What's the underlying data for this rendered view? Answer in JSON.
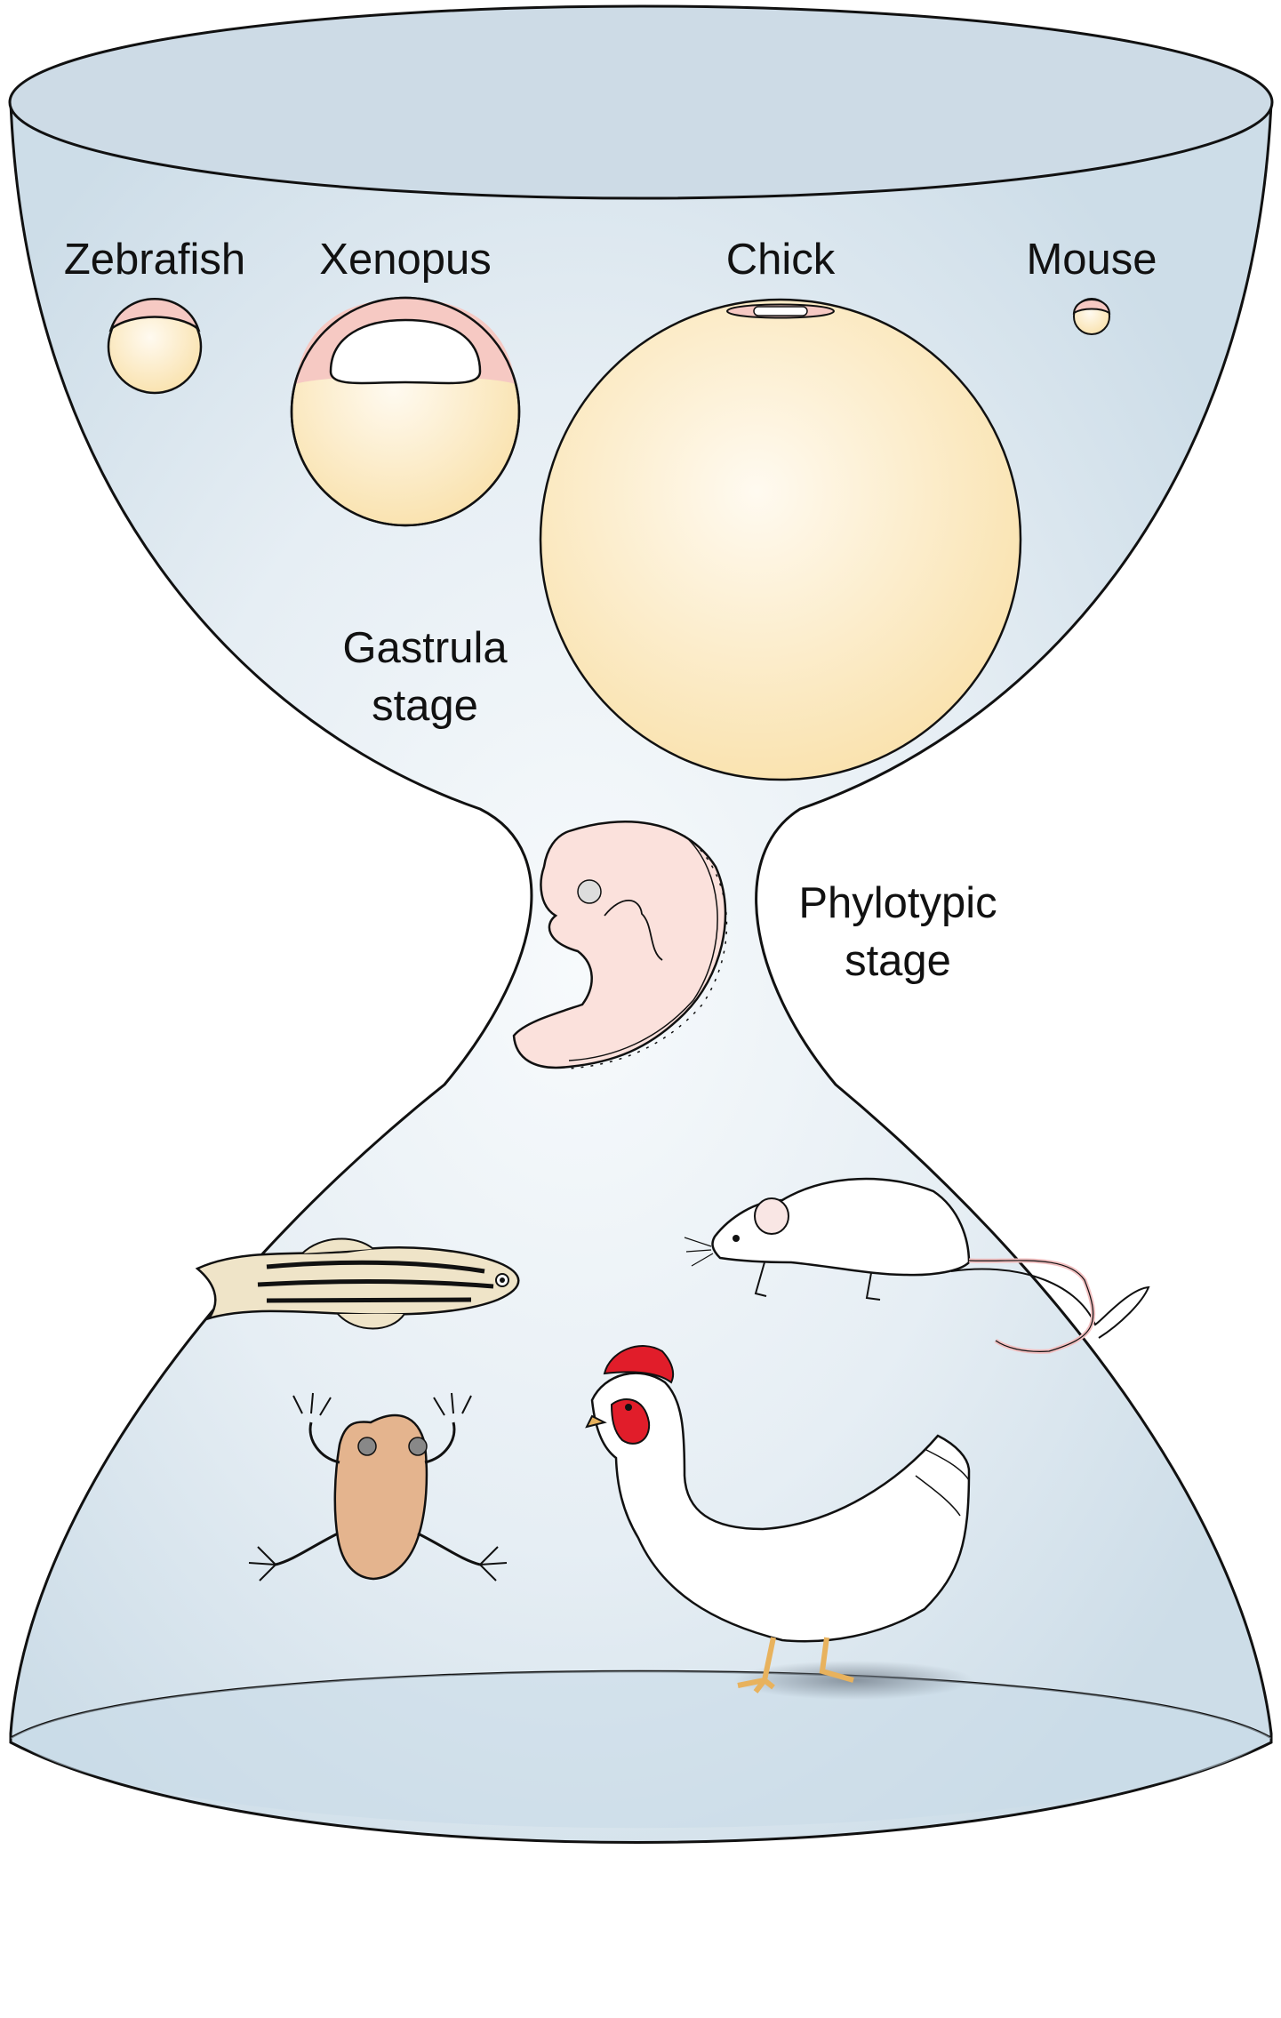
{
  "labels": {
    "zebrafish": "Zebrafish",
    "xenopus": "Xenopus",
    "chick": "Chick",
    "mouse": "Mouse",
    "gastrula_line1": "Gastrula",
    "gastrula_line2": "stage",
    "phylotypic_line1": "Phylotypic",
    "phylotypic_line2": "stage"
  },
  "icons": {
    "hourglass": "hourglass-glass-icon",
    "embryo": "phylotypic-embryo-icon",
    "zebrafish": "zebrafish-icon",
    "frog": "frog-icon",
    "mouse": "mouse-icon",
    "chicken": "chicken-icon"
  },
  "colors": {
    "glass_fill": "#d2e1eb",
    "glass_center": "#f4f8fb",
    "egg_yolk": "#fbe7b8",
    "egg_pink": "#f6c9c3",
    "embryo_pink": "#fbe1dc",
    "frog_tan": "#e3b58f",
    "comb_red": "#e11d2a",
    "leg_yellow": "#e8b25d",
    "outline": "#111111"
  }
}
